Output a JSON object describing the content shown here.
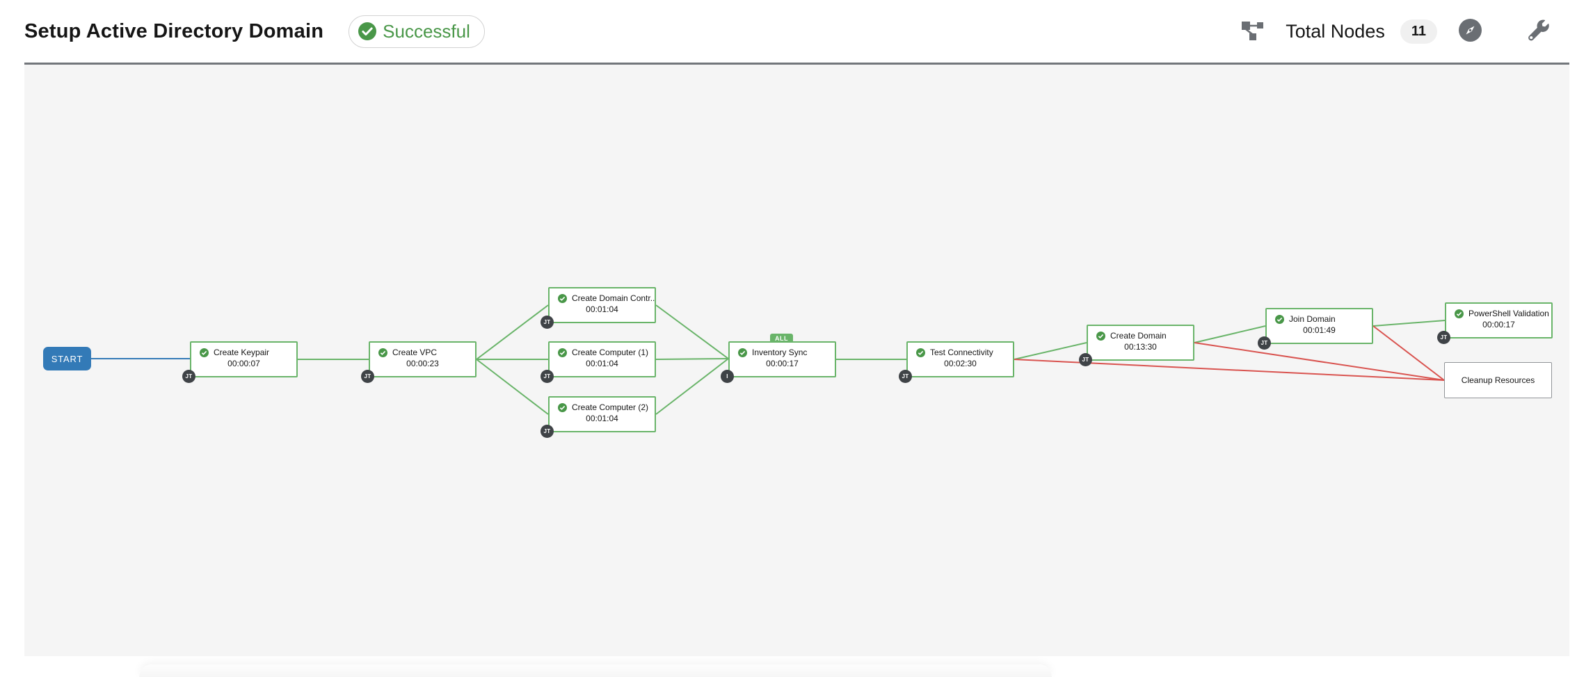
{
  "header": {
    "title": "Setup Active Directory Domain",
    "status_label": "Successful",
    "total_nodes_label": "Total Nodes",
    "total_nodes_count": "11"
  },
  "canvas": {
    "start_label": "START",
    "all_badge_label": "ALL",
    "nodes": [
      {
        "label": "Create Keypair",
        "elapsed": "00:00:07",
        "badge": "JT"
      },
      {
        "label": "Create VPC",
        "elapsed": "00:00:23",
        "badge": "JT"
      },
      {
        "label": "Create Domain Contr...",
        "elapsed": "00:01:04",
        "badge": "JT"
      },
      {
        "label": "Create Computer (1)",
        "elapsed": "00:01:04",
        "badge": "JT"
      },
      {
        "label": "Create Computer (2)",
        "elapsed": "00:01:04",
        "badge": "JT"
      },
      {
        "label": "Inventory Sync",
        "elapsed": "00:00:17",
        "badge": "I"
      },
      {
        "label": "Test Connectivity",
        "elapsed": "00:02:30",
        "badge": "JT"
      },
      {
        "label": "Create Domain",
        "elapsed": "00:13:30",
        "badge": "JT"
      },
      {
        "label": "Join Domain",
        "elapsed": "00:01:49",
        "badge": "JT"
      },
      {
        "label": "PowerShell Validation",
        "elapsed": "00:00:17",
        "badge": "JT"
      },
      {
        "label": "Cleanup Resources",
        "elapsed": "",
        "badge": ""
      }
    ]
  },
  "icons": {
    "topology": "sitemap-icon",
    "legend": "compass-icon",
    "tools": "wrench-icon",
    "node_status": "check-circle-icon"
  },
  "colors": {
    "success_text_green": "#499748",
    "node_border_green": "#69b469",
    "edge_green": "#69b469",
    "edge_red": "#d9534f",
    "edge_blue": "#337ab7",
    "start_node_blue": "#337ab7",
    "type_badge_dark": "#3f4347",
    "canvas_bg": "#f5f5f5",
    "divider_gray": "#72767b",
    "header_icon_gray": "#6a6e73"
  }
}
